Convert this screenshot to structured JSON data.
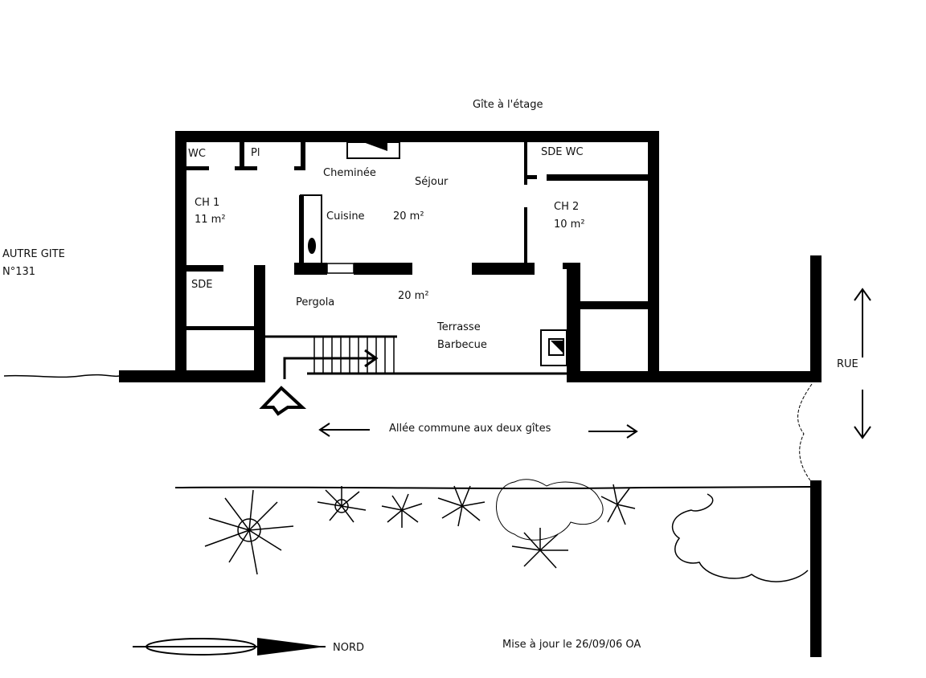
{
  "title": "Gîte à l'étage",
  "rooms": {
    "wc": "WC",
    "pl": "Pl",
    "cheminee": "Cheminée",
    "sejour": "Séjour",
    "ch1": "CH 1",
    "ch1_area": "11 m²",
    "cuisine": "Cuisine",
    "sejour_area": "20 m²",
    "sde_wc": "SDE WC",
    "ch2": "CH 2",
    "ch2_area": "10 m²",
    "sde": "SDE",
    "pergola": "Pergola",
    "terrasse_area": "20 m²",
    "terrasse": "Terrasse",
    "barbecue": "Barbecue"
  },
  "surroundings": {
    "autre_gite": "AUTRE GITE",
    "autre_gite_num": "N°131",
    "rue": "RUE",
    "allee": "Allée commune aux deux gîtes",
    "nord": "NORD"
  },
  "footer": {
    "update": "Mise à jour le 26/09/06 OA"
  }
}
